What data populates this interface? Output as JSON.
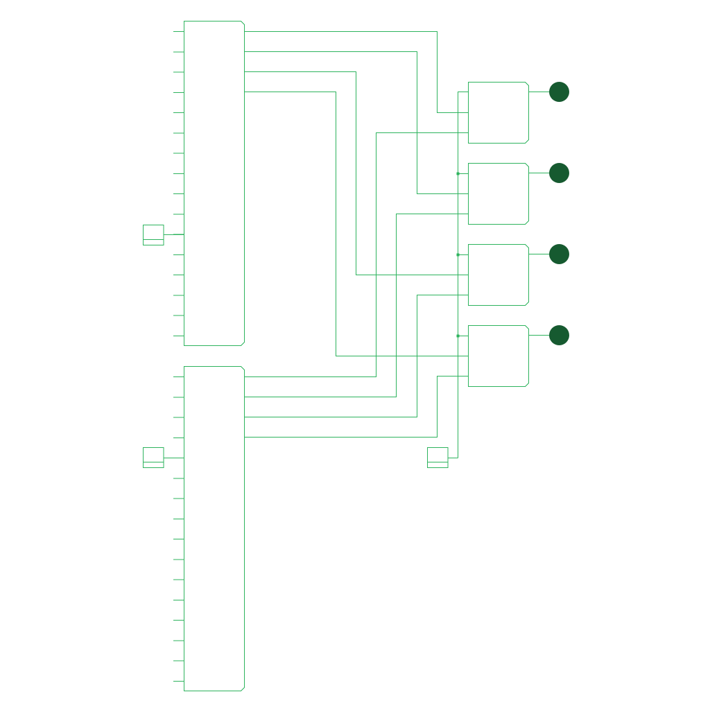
{
  "diagram": {
    "colors": {
      "wire": "#2db35d",
      "led": "#165a30",
      "background": "#ffffff"
    },
    "components": {
      "demux_upper": {
        "kind": "demultiplexer",
        "outputs": 16
      },
      "demux_lower": {
        "kind": "demultiplexer",
        "outputs": 16
      },
      "and_gates": {
        "kind": "and-gate",
        "count": 4,
        "inputs_each": 3
      },
      "pins": {
        "kind": "input-pin",
        "count": 3
      },
      "leds": {
        "kind": "led",
        "count": 4
      }
    }
  }
}
